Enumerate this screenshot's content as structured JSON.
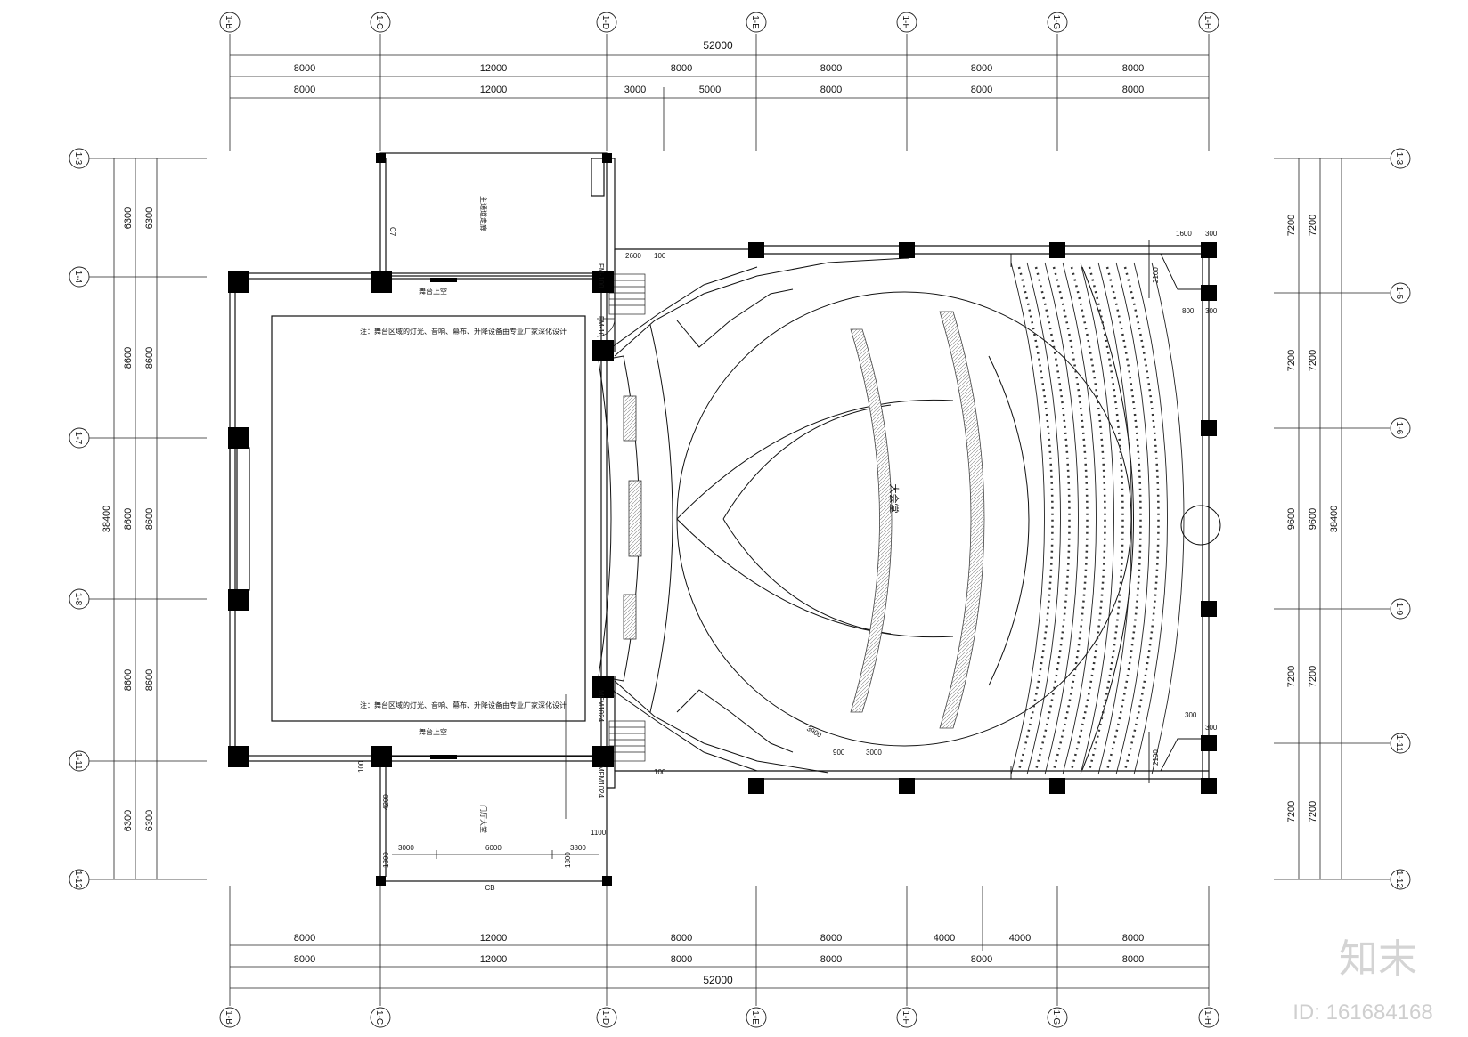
{
  "total_dims": {
    "top": "52000",
    "bottom": "52000",
    "left": "38400",
    "right": "38400"
  },
  "top_row1": [
    "8000",
    "12000",
    "8000",
    "8000",
    "8000",
    "8000"
  ],
  "top_row2": [
    "8000",
    "12000",
    "3000",
    "5000",
    "8000",
    "8000",
    "8000"
  ],
  "bottom_row1": [
    "8000",
    "12000",
    "8000",
    "8000",
    "4000",
    "4000",
    "8000"
  ],
  "bottom_row2": [
    "8000",
    "12000",
    "8000",
    "8000",
    "8000",
    "8000"
  ],
  "left_dims": [
    "6300",
    "8600",
    "8600",
    "8600",
    "6300"
  ],
  "right_dims": [
    "7200",
    "7200",
    "9600",
    "7200",
    "7200"
  ],
  "grid_axes_top": [
    "1-B",
    "1-C",
    "1-D",
    "1-E",
    "1-F",
    "1-G",
    "1-H"
  ],
  "grid_axes_left": [
    "1-3",
    "1-4",
    "1-7",
    "1-8",
    "1-11",
    "1-12"
  ],
  "grid_axes_right": [
    "1-3",
    "1-5",
    "1-6",
    "1-9",
    "1-11",
    "1-12"
  ],
  "room_labels": {
    "upper_room": "主通道走廊",
    "lower_room": "门厅大堂",
    "main_hall": "大会堂",
    "stage_note_top": "注：舞台区域的灯光、音响、幕布、升降设备由专业厂家深化设计",
    "stage_note_bottom": "注：舞台区域的灯光、音响、幕布、升降设备由专业厂家深化设计",
    "stage_tag_top": "舞台上空",
    "stage_tag_bottom": "舞台上空"
  },
  "door_tags": [
    "FM-100",
    "FM-10",
    "MFM1024",
    "MFM1024",
    "C7",
    "CB"
  ],
  "small_dims": [
    "2600",
    "100",
    "100",
    "1600",
    "300",
    "2100",
    "800",
    "300",
    "1100",
    "3000",
    "6000",
    "3800",
    "1800",
    "1800",
    "4200",
    "100",
    "3900",
    "900",
    "3000",
    "2100",
    "300",
    "300"
  ],
  "watermark": {
    "logo": "知末",
    "id": "ID: 161684168"
  },
  "colors": {
    "line": "#111111",
    "column": "#000000",
    "hatch": "#cfcfcf",
    "watermark": "#d4d4d4"
  }
}
